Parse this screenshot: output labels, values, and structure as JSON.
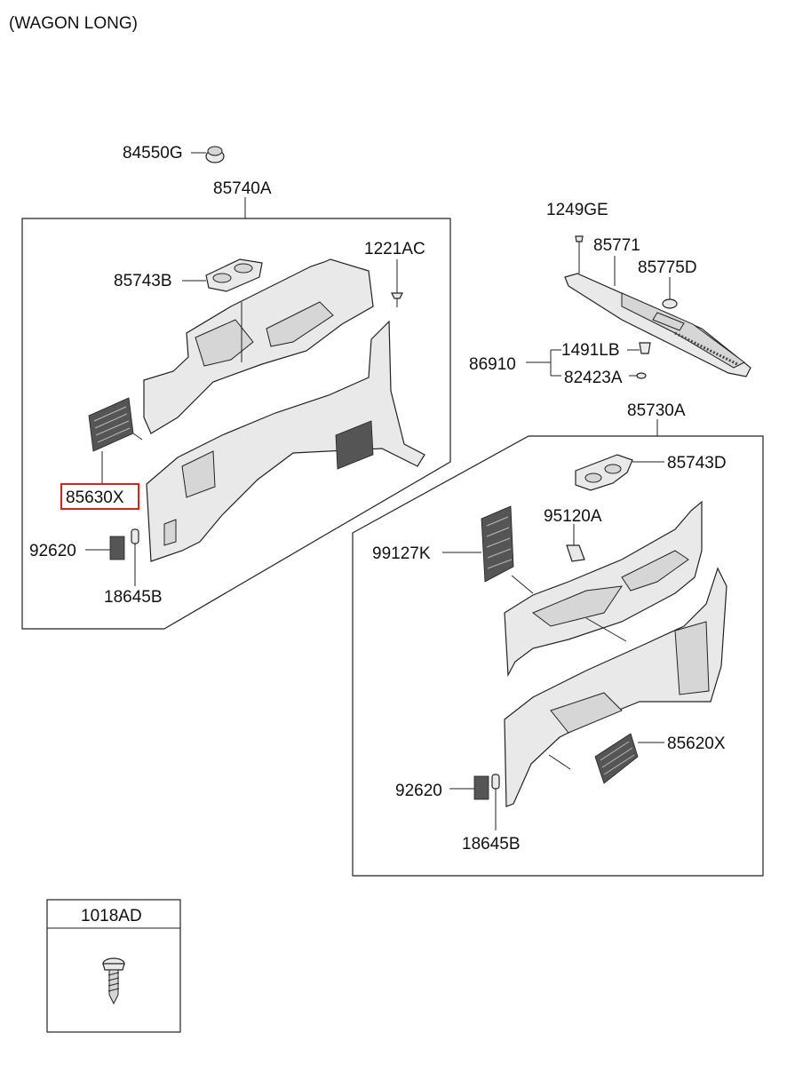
{
  "title": "(WAGON LONG)",
  "labels": {
    "p84550G": "84550G",
    "p85740A": "85740A",
    "p85743B": "85743B",
    "p1221AC": "1221AC",
    "p85630X": "85630X",
    "p92620_left": "92620",
    "p18645B_left": "18645B",
    "p1249GE": "1249GE",
    "p85771": "85771",
    "p85775D": "85775D",
    "p86910": "86910",
    "p1491LB": "1491LB",
    "p82423A": "82423A",
    "p85730A": "85730A",
    "p85743D": "85743D",
    "p95120A": "95120A",
    "p99127K": "99127K",
    "p85620X": "85620X",
    "p92620_right": "92620",
    "p18645B_right": "18645B",
    "p1018AD": "1018AD"
  },
  "highlight": "85630X",
  "colors": {
    "highlight": "#e0201c",
    "line": "#222222",
    "panel": "#e9e9e9"
  }
}
